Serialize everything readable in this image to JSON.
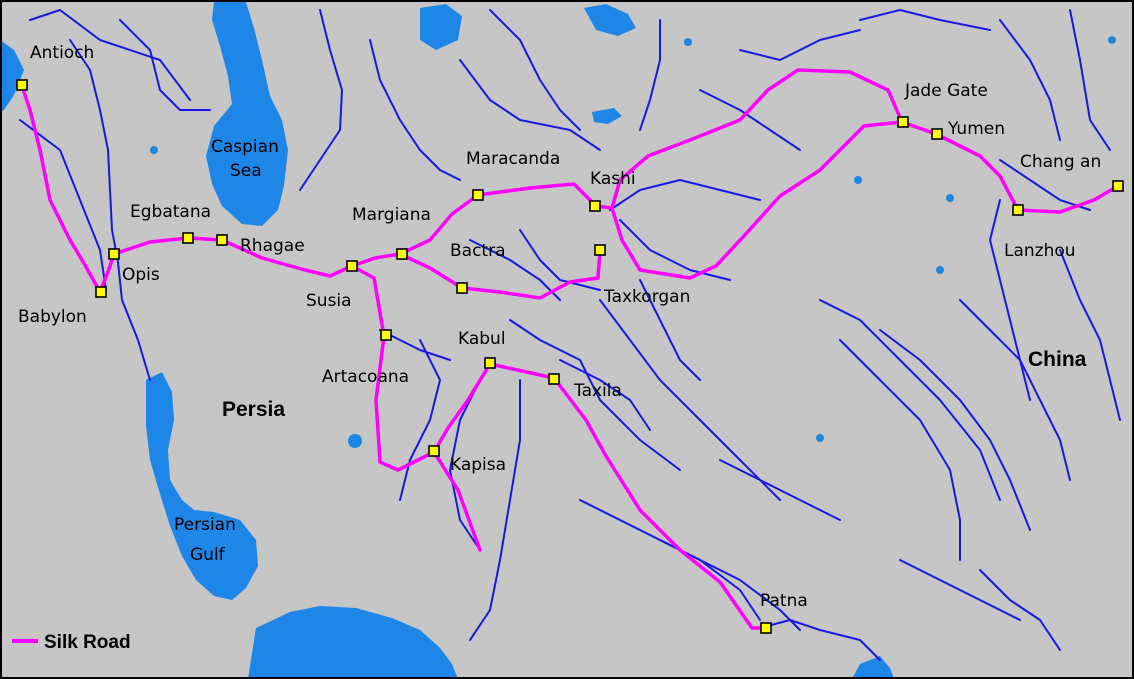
{
  "colors": {
    "land": "#c6c6c6",
    "water": "#1e86e6",
    "river": "#1818e0",
    "route": "#ff00ff",
    "city": "#ffff00",
    "frame": "#000000"
  },
  "cities": {
    "antioch": "Antioch",
    "opis": "Opis",
    "babylon": "Babylon",
    "egbatana": "Egbatana",
    "rhagae": "Rhagae",
    "susia": "Susia",
    "margiana": "Margiana",
    "maracanda": "Maracanda",
    "bactra": "Bactra",
    "kashi": "Kashi",
    "taxkorgan": "Taxkorgan",
    "artacoana": "Artacoana",
    "kabul": "Kabul",
    "taxila": "Taxila",
    "kapisa": "Kapisa",
    "patna": "Patna",
    "jade_gate": "Jade Gate",
    "yumen": "Yumen",
    "chang_an": "Chang an",
    "lanzhou": "Lanzhou"
  },
  "regions": {
    "persia": "Persia",
    "china": "China"
  },
  "water_bodies": {
    "caspian_line1": "Caspian",
    "caspian_line2": "Sea",
    "gulf_line1": "Persian",
    "gulf_line2": "Gulf"
  },
  "legend": {
    "label": "Silk Road"
  }
}
